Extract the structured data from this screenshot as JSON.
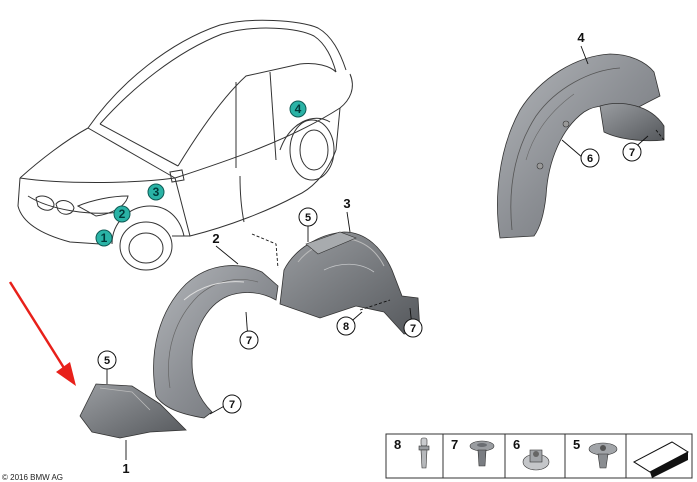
{
  "callouts": {
    "p1": "1",
    "p2": "2",
    "p3": "3",
    "p4": "4",
    "c5a": "5",
    "c5b": "5",
    "c6": "6",
    "c7a": "7",
    "c7b": "7",
    "c7c": "7",
    "c7d": "7",
    "c8": "8"
  },
  "car_markers": {
    "m1": "1",
    "m2": "2",
    "m3": "3",
    "m4": "4"
  },
  "legend": {
    "l8": "8",
    "l7": "7",
    "l6": "6",
    "l5": "5"
  },
  "copyright": "© 2016 BMW AG",
  "colors": {
    "teal_marker": "#2ab3a6",
    "arrow": "#e8201a",
    "part_fill": "#8e9196",
    "part_dark": "#5e6166"
  },
  "icons": [
    "rivet-icon",
    "expanding-rivet-icon",
    "speed-nut-icon",
    "plastic-nut-icon",
    "document-icon"
  ]
}
